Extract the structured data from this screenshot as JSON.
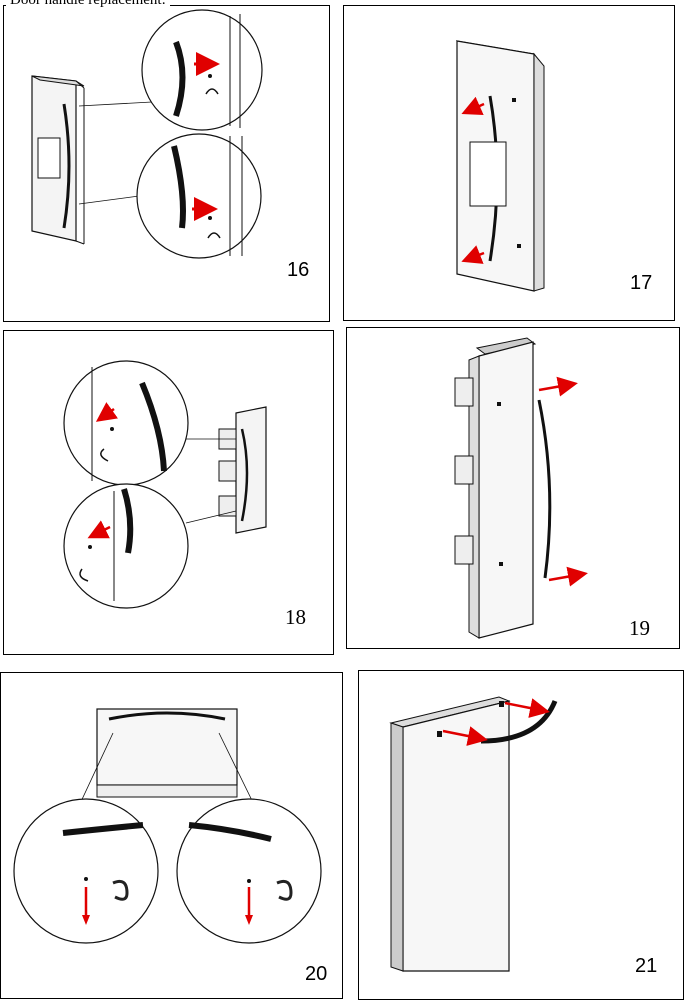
{
  "heading": "Door handle replacement:",
  "colors": {
    "arrow": "#e00000",
    "line": "#111111",
    "door_fill": "#f4f4f4",
    "dark": "#222222"
  },
  "panels": [
    {
      "number": "16"
    },
    {
      "number": "17"
    },
    {
      "number": "18"
    },
    {
      "number": "19"
    },
    {
      "number": "20"
    },
    {
      "number": "21"
    }
  ]
}
